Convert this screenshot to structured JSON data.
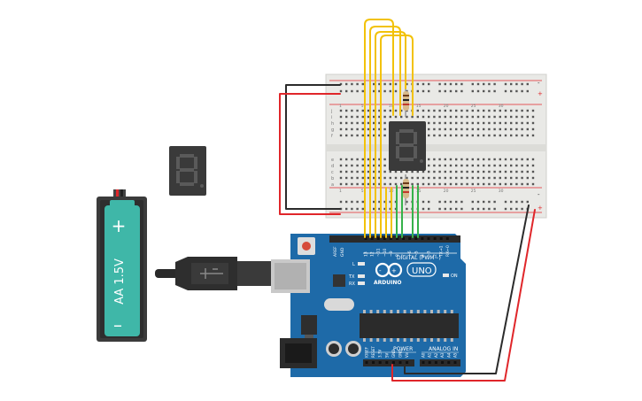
{
  "battery": {
    "label": "AA 1.5V",
    "plus": "+",
    "minus": "–"
  },
  "arduino": {
    "brand": "ARDUINO",
    "model": "UNO",
    "digital_label": "DIGITAL (PWM~)",
    "power_label": "POWER",
    "analog_label": "ANALOG IN",
    "led_l": "L",
    "led_tx": "TX",
    "led_rx": "RX",
    "on_label": "ON",
    "aref": "AREF",
    "gnd": "GND",
    "digital_pins": [
      "13",
      "12",
      "~11",
      "~10",
      "~9",
      "8",
      "7",
      "~6",
      "~5",
      "4",
      "~3",
      "2",
      "TX→1",
      "RX←0"
    ],
    "power_pins": [
      "IOREF",
      "RESET",
      "3.3V",
      "5V",
      "GND",
      "GND",
      "Vin"
    ],
    "analog_pins": [
      "A0",
      "A1",
      "A2",
      "A3",
      "A4",
      "A5"
    ]
  },
  "breadboard": {
    "row_letters_top": [
      "j",
      "i",
      "h",
      "g",
      "f"
    ],
    "row_letters_bottom": [
      "e",
      "d",
      "c",
      "b",
      "a"
    ],
    "rail_plus": "+",
    "rail_minus": "-",
    "column_numbers": [
      "1",
      "5",
      "10",
      "15",
      "20",
      "25",
      "30"
    ]
  },
  "colors": {
    "wire_red": "#e0262a",
    "wire_black": "#2b2b2b",
    "wire_yellow": "#f2c20a",
    "wire_green": "#35b24a",
    "board_blue": "#1e6aa8",
    "breadboard": "#e9e9e6",
    "display_bg": "#3c3c3c",
    "battery_teal": "#3fb7a8"
  }
}
